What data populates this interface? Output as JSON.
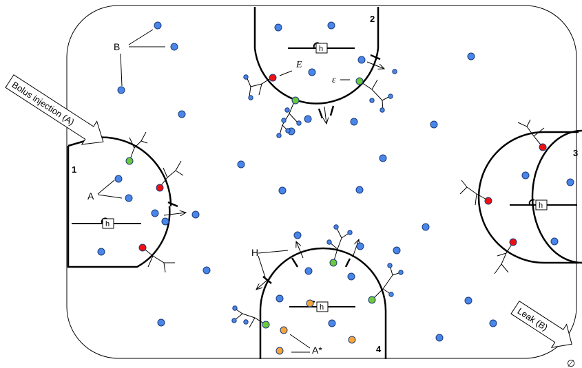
{
  "labels": {
    "bolus": "Bolus injection (A)",
    "leak": "Leak (B)",
    "A": "A",
    "B": "B",
    "E": "E",
    "epsilon": "ε",
    "H": "H",
    "Astar": "A*",
    "h": "h",
    "empty_set": "∅"
  },
  "cells": {
    "c1": "1",
    "c2": "2",
    "c3": "3",
    "c4": "4"
  },
  "colors": {
    "blue": "#4a86e8",
    "red": "#ee1111",
    "green": "#6cc83c",
    "orange": "#f5a53a",
    "stroke": "#000000"
  }
}
